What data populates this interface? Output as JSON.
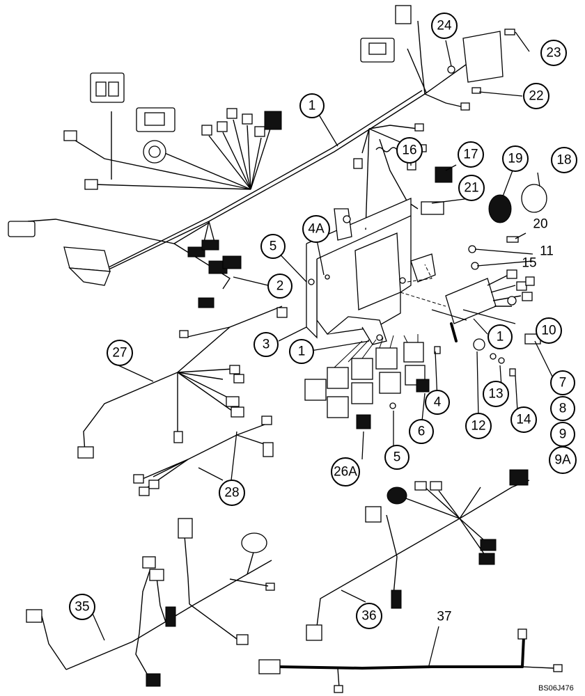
{
  "figure": {
    "reference_code": "BS06J476"
  },
  "callouts": [
    {
      "id": "c1a",
      "label": "1"
    },
    {
      "id": "c1b",
      "label": "1"
    },
    {
      "id": "c1c",
      "label": "1"
    },
    {
      "id": "c2",
      "label": "2"
    },
    {
      "id": "c3",
      "label": "3"
    },
    {
      "id": "c4",
      "label": "4"
    },
    {
      "id": "c4A",
      "label": "4A"
    },
    {
      "id": "c5a",
      "label": "5"
    },
    {
      "id": "c5b",
      "label": "5"
    },
    {
      "id": "c6",
      "label": "6"
    },
    {
      "id": "c7",
      "label": "7"
    },
    {
      "id": "c8",
      "label": "8"
    },
    {
      "id": "c9",
      "label": "9"
    },
    {
      "id": "c9A",
      "label": "9A"
    },
    {
      "id": "c10",
      "label": "10"
    },
    {
      "id": "c11",
      "label": "11"
    },
    {
      "id": "c12",
      "label": "12"
    },
    {
      "id": "c13",
      "label": "13"
    },
    {
      "id": "c14",
      "label": "14"
    },
    {
      "id": "c15",
      "label": "15"
    },
    {
      "id": "c16",
      "label": "16"
    },
    {
      "id": "c17",
      "label": "17"
    },
    {
      "id": "c18",
      "label": "18"
    },
    {
      "id": "c19",
      "label": "19"
    },
    {
      "id": "c20",
      "label": "20"
    },
    {
      "id": "c21",
      "label": "21"
    },
    {
      "id": "c22",
      "label": "22"
    },
    {
      "id": "c23",
      "label": "23"
    },
    {
      "id": "c24",
      "label": "24"
    },
    {
      "id": "c26A",
      "label": "26A"
    },
    {
      "id": "c27",
      "label": "27"
    },
    {
      "id": "c28",
      "label": "28"
    },
    {
      "id": "c35",
      "label": "35"
    },
    {
      "id": "c36",
      "label": "36"
    },
    {
      "id": "c37",
      "label": "37"
    }
  ]
}
